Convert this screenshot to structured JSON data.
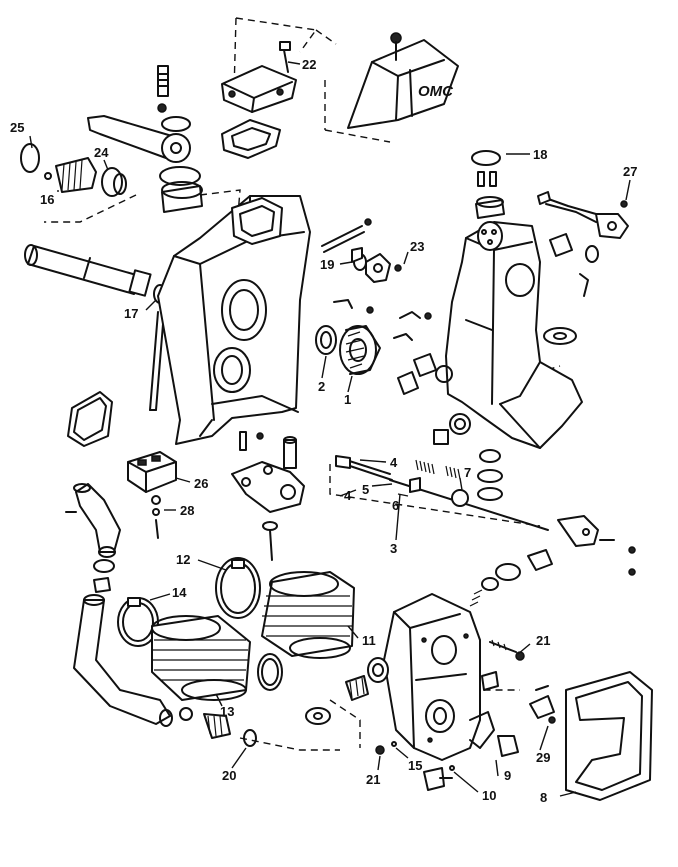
{
  "logo_text": "OMC",
  "callouts": [
    {
      "id": "22",
      "label": "22"
    },
    {
      "id": "25",
      "label": "25"
    },
    {
      "id": "24",
      "label": "24"
    },
    {
      "id": "16",
      "label": "16"
    },
    {
      "id": "18",
      "label": "18"
    },
    {
      "id": "27",
      "label": "27"
    },
    {
      "id": "23",
      "label": "23"
    },
    {
      "id": "19",
      "label": "19"
    },
    {
      "id": "17",
      "label": "17"
    },
    {
      "id": "2",
      "label": "2"
    },
    {
      "id": "1",
      "label": "1"
    },
    {
      "id": "26",
      "label": "26"
    },
    {
      "id": "28",
      "label": "28"
    },
    {
      "id": "4a",
      "label": "4"
    },
    {
      "id": "4b",
      "label": "4"
    },
    {
      "id": "5",
      "label": "5"
    },
    {
      "id": "6",
      "label": "6"
    },
    {
      "id": "7",
      "label": "7"
    },
    {
      "id": "3",
      "label": "3"
    },
    {
      "id": "12",
      "label": "12"
    },
    {
      "id": "14",
      "label": "14"
    },
    {
      "id": "11",
      "label": "11"
    },
    {
      "id": "21a",
      "label": "21"
    },
    {
      "id": "13",
      "label": "13"
    },
    {
      "id": "20",
      "label": "20"
    },
    {
      "id": "29",
      "label": "29"
    },
    {
      "id": "9",
      "label": "9"
    },
    {
      "id": "15",
      "label": "15"
    },
    {
      "id": "21b",
      "label": "21"
    },
    {
      "id": "10",
      "label": "10"
    },
    {
      "id": "8",
      "label": "8"
    }
  ]
}
